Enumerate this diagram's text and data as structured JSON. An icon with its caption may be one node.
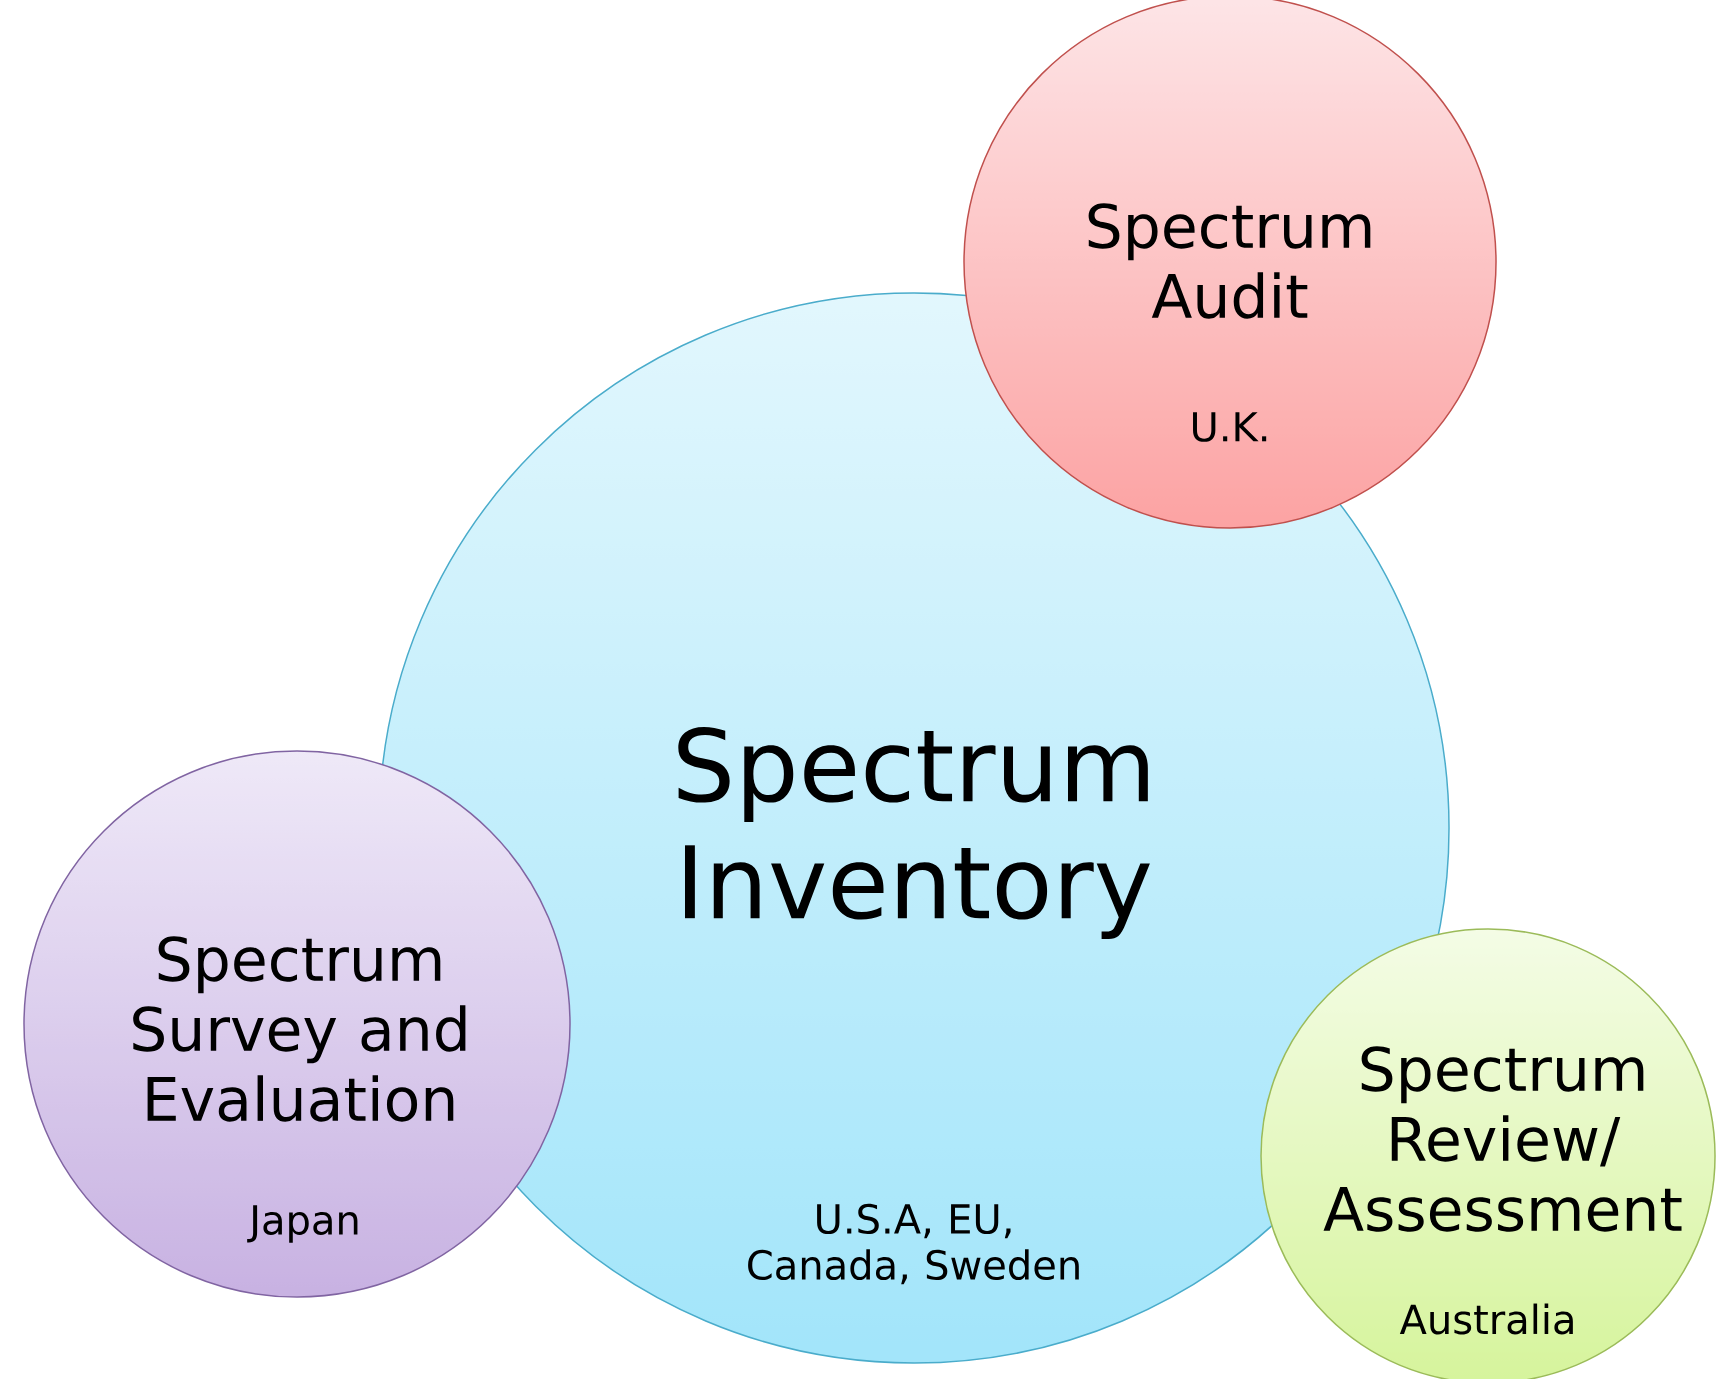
{
  "diagram": {
    "nodes": [
      {
        "text": [
          "Spectrum Inventory",
          "U.S.A, EU, Canada, Sweden"
        ]
      },
      {
        "text": [
          "Spectrum Audit",
          "U.K."
        ]
      },
      {
        "text": [
          "Spectrum Survey and Evaluation",
          "Japan"
        ]
      },
      {
        "text": [
          "Spectrum Review/ Assessment",
          "Australia"
        ]
      }
    ]
  }
}
